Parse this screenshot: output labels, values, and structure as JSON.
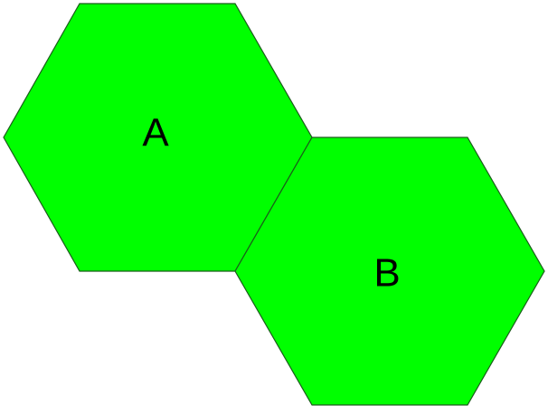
{
  "diagram": {
    "fill_color": "#00ff00",
    "stroke_color": "#1a5c1a",
    "label_color": "#000000",
    "hexagons": [
      {
        "id": "A",
        "label": "A"
      },
      {
        "id": "B",
        "label": "B"
      }
    ]
  }
}
